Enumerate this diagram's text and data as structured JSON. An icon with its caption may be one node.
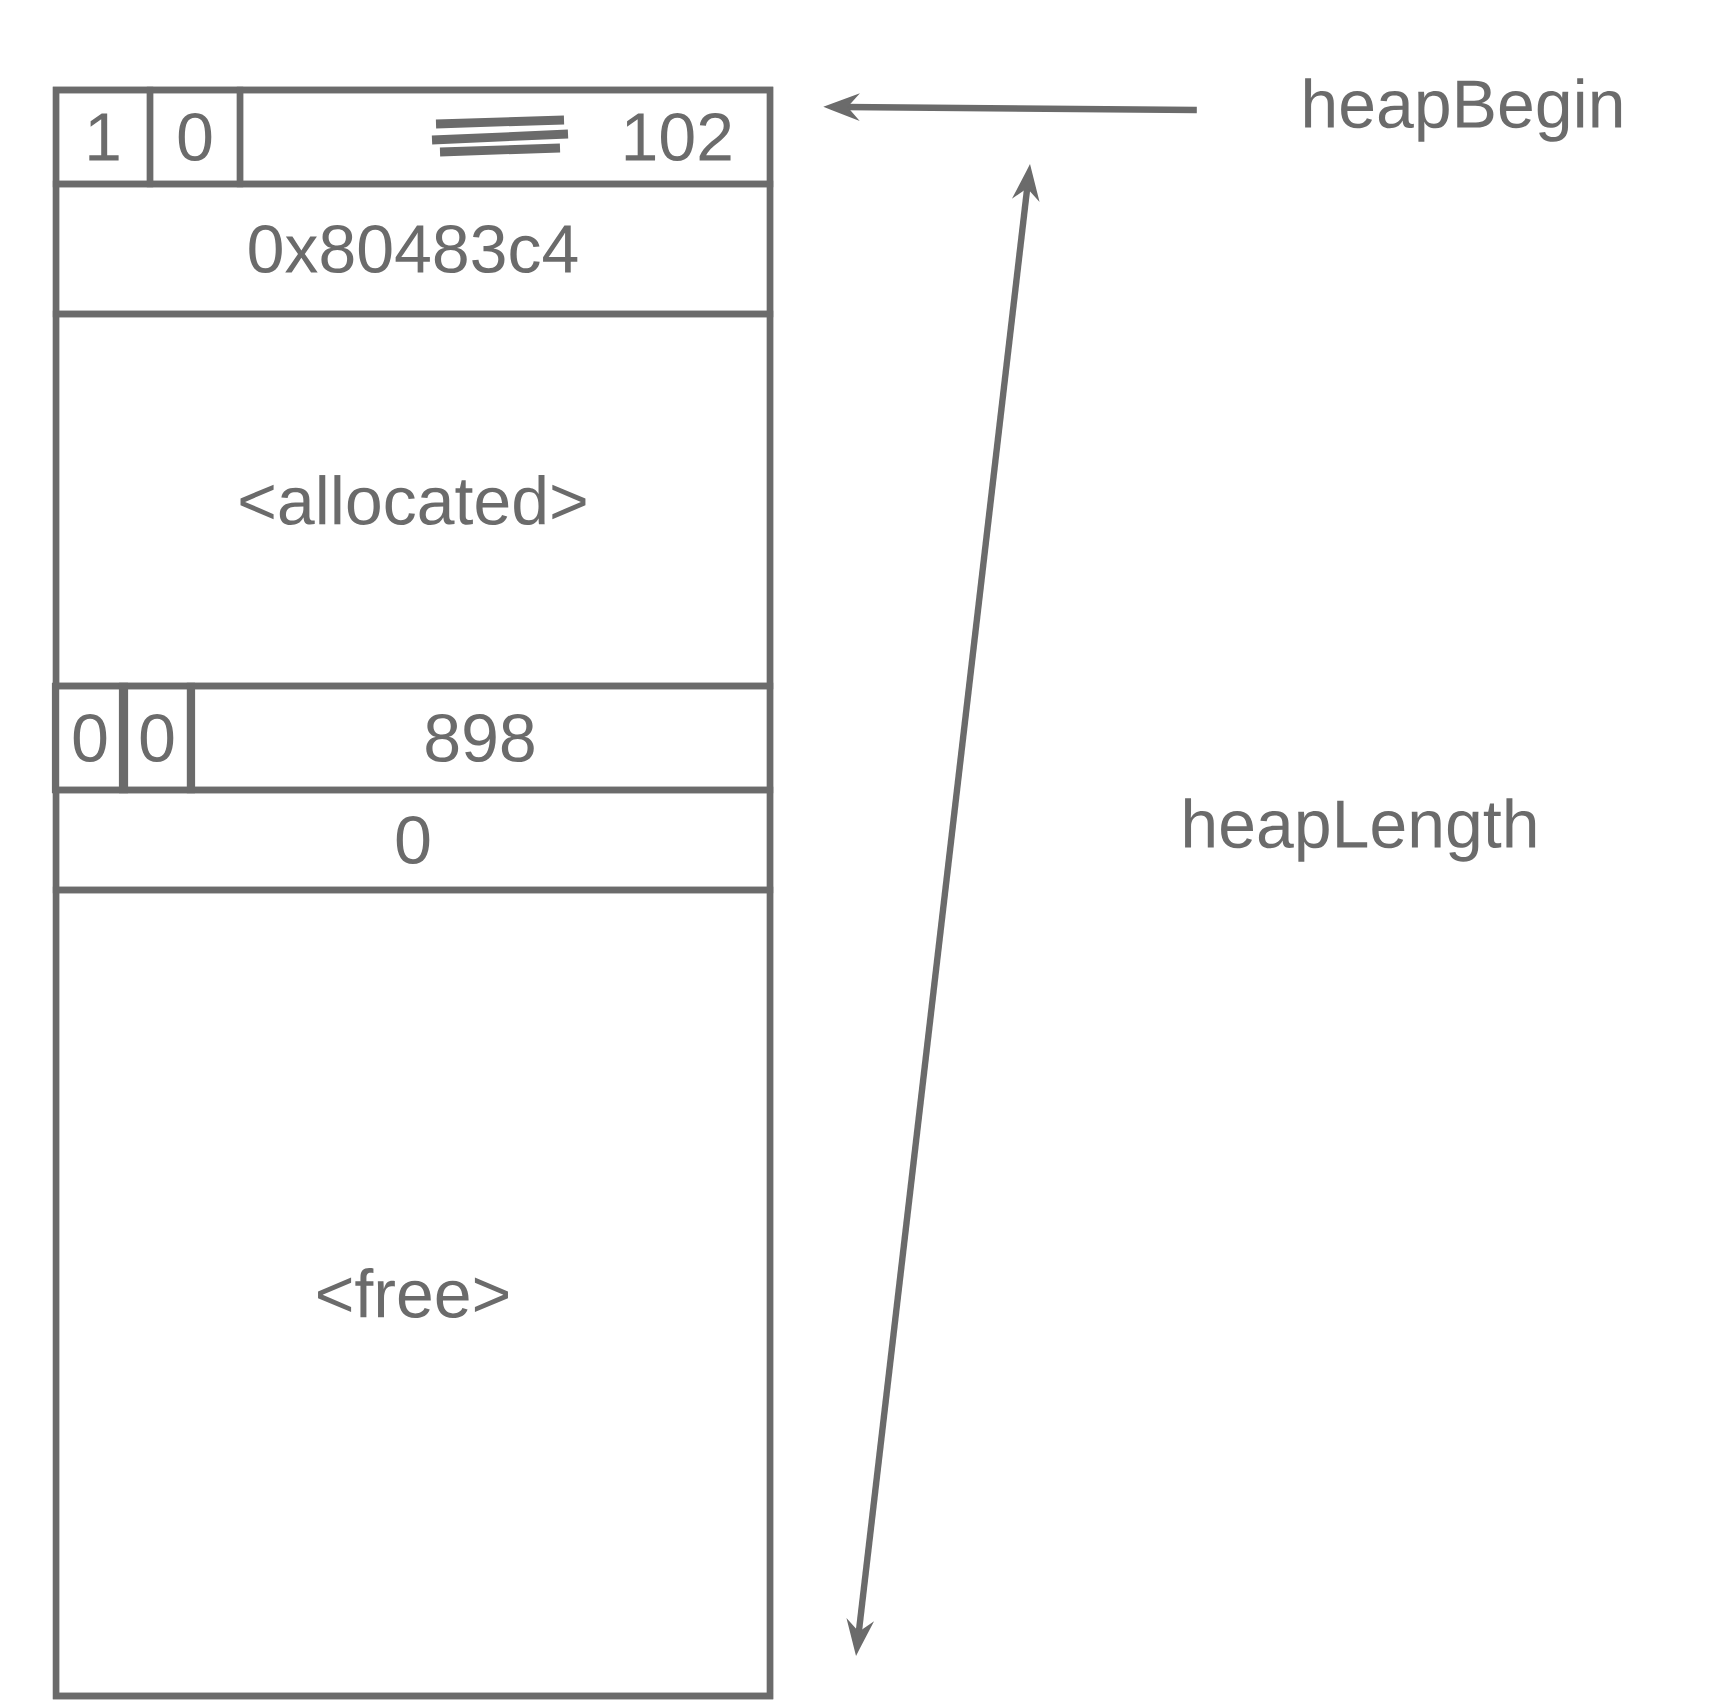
{
  "diagram": {
    "nodes": [
      {
        "text": [],
        "shape": "box"
      },
      {
        "text": [
          "1"
        ],
        "in": 0
      },
      {
        "text": [
          "0"
        ],
        "in": 0
      },
      {
        "text": [
          "102"
        ],
        "in": 0
      },
      {
        "text": [
          "0x80483c4"
        ],
        "in": 0
      },
      {
        "text": [
          "<allocated>"
        ],
        "in": 0
      },
      {
        "text": [
          "0"
        ],
        "in": 0
      },
      {
        "text": [
          "0"
        ],
        "in": 0
      },
      {
        "text": [
          "898"
        ],
        "in": 0
      },
      {
        "text": [
          "0"
        ],
        "in": 0
      },
      {
        "text": [
          "<free>"
        ],
        "in": 0
      },
      {
        "text": [
          "heapBegin"
        ]
      }
    ],
    "edges": [
      {
        "from": 11,
        "to": 0,
        "arrow": "to"
      }
    ],
    "labels": [
      "heapLength"
    ]
  }
}
